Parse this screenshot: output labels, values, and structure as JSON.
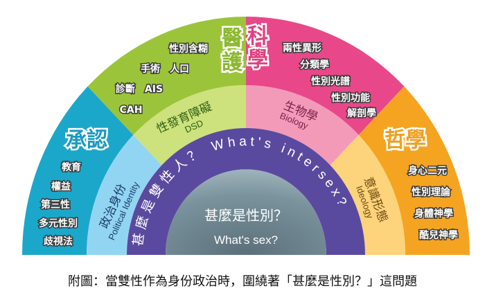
{
  "colors": {
    "recognition": "#1ba7c9",
    "recognition_inner": "#92d5f2",
    "medical": "#9cc43a",
    "medical_inner": "#cde27c",
    "science": "#e8488a",
    "science_inner": "#f39ab8",
    "philosophy": "#f5a421",
    "philosophy_inner": "#fdd37c",
    "intersex_ring": "#5a4a9f",
    "core": "#6e8791"
  },
  "sectors": {
    "recognition": {
      "title": "承認",
      "items": [
        "教育",
        "權益",
        "第三性",
        "多元性別",
        "歧視法"
      ]
    },
    "medical": {
      "title_1": "醫",
      "title_2": "護",
      "items": [
        "性別含糊",
        "手術　人口",
        "診斷　AIS",
        "CAH"
      ]
    },
    "science": {
      "title_1": "科",
      "title_2": "學",
      "items": [
        "兩性異形",
        "分類學",
        "性別光譜",
        "性別功能",
        "解剖學"
      ]
    },
    "philosophy": {
      "title": "哲學",
      "items": [
        "身心二元",
        "性別理論",
        "身體神學",
        "酷兒神學"
      ]
    }
  },
  "middle_ring": {
    "political": {
      "zh": "政治身份",
      "en": "Political Identity"
    },
    "dsd": {
      "zh": "性發育障礙",
      "en": "DSD"
    },
    "biology": {
      "zh": "生物學",
      "en": "Biology"
    },
    "ideology": {
      "zh": "意識形態",
      "en": "Ideology"
    }
  },
  "intersex_ring": {
    "zh": "甚麼是雙性人？",
    "en": "What's intersex?"
  },
  "core": {
    "zh": "甚麼是性別？",
    "en": "What's sex?"
  },
  "caption": "附圖：當雙性作為身份政治時，圍繞著「甚麼是性別？」這問題"
}
